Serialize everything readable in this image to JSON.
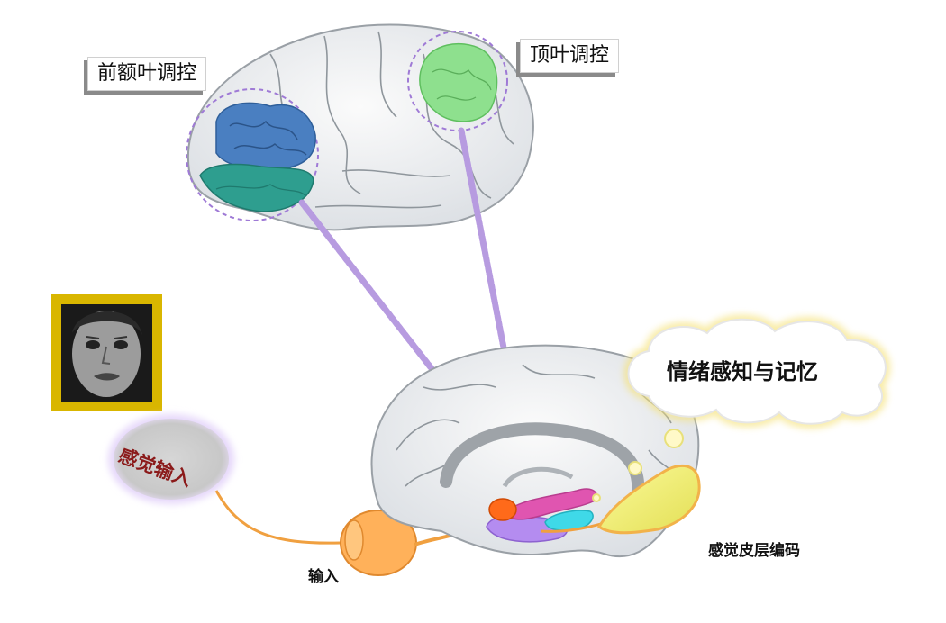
{
  "labels": {
    "prefrontal": "前额叶调控",
    "parietal": "顶叶调控",
    "emotion_memory": "情绪感知与记忆",
    "sensory_input": "感觉输入",
    "eye_input": "输入",
    "sensory_cortex": "感觉皮层编码"
  },
  "colors": {
    "prefrontal_upper": "#4a7fc1",
    "prefrontal_lower": "#2e9e8f",
    "parietal": "#8ee08e",
    "amygdala": "#ff6a1a",
    "hippocampus": "#e055b0",
    "insula": "#3fd9e8",
    "temporal": "#f3f07a",
    "thalamus": "#b48cf0",
    "eye": "#ffb15a",
    "connector": "#b79be0",
    "photo_frame": "#d9b600"
  },
  "icons": {
    "face": "face-photo",
    "eye": "eye-icon",
    "brain_lateral": "brain-lateral-icon",
    "brain_sagittal": "brain-sagittal-icon"
  }
}
